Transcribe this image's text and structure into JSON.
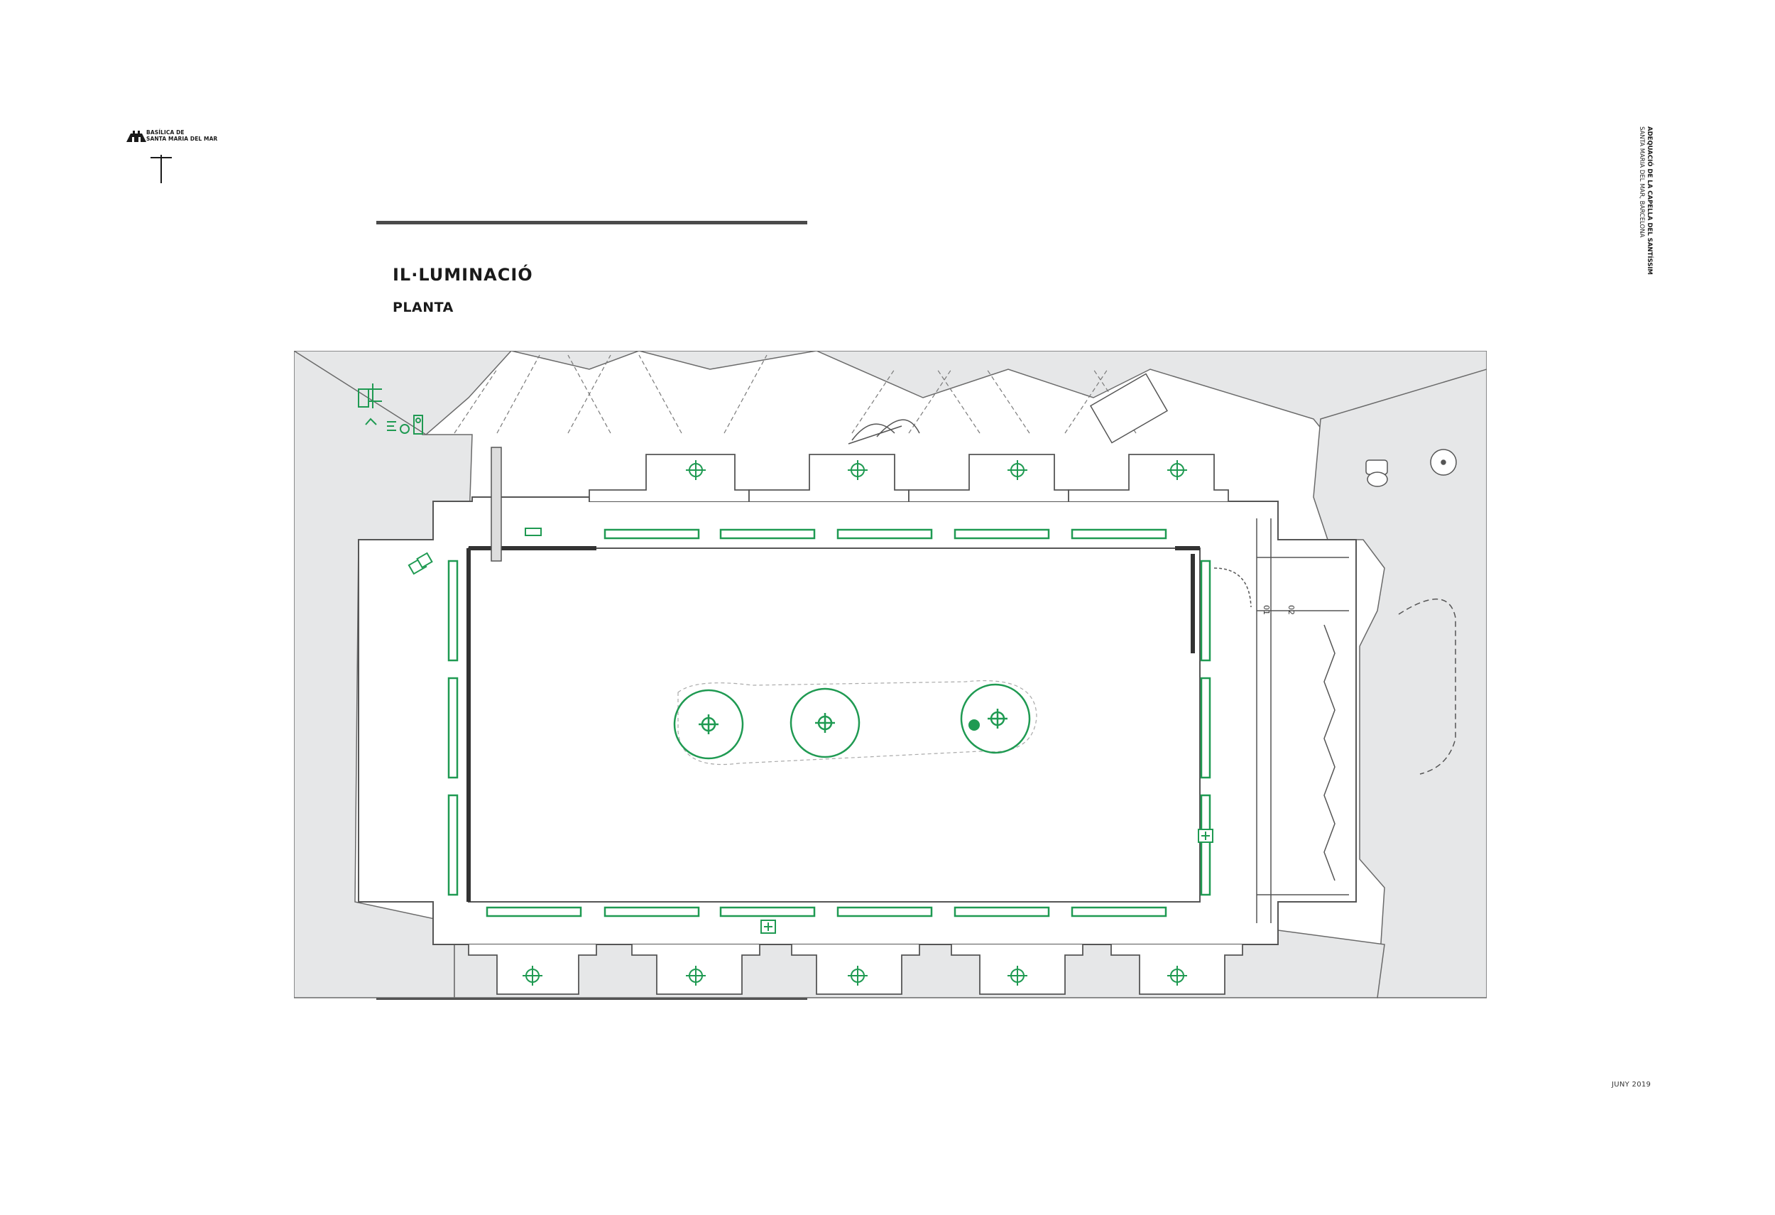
{
  "header": {
    "logo_text_line1": "BASÍLICA DE",
    "logo_text_line2": "SANTA MARIA DEL MAR",
    "title": "IL·LUMINACIÓ",
    "subtitle": "PLANTA"
  },
  "side_note": {
    "line1": "ADEQUACIÓ DE LA CAPELLA DEL SANTÍSSIM",
    "line2": "SANTA MARIA DEL MAR, BARCELONA"
  },
  "footer": {
    "date": "JUNY 2019"
  },
  "plan": {
    "door_labels": [
      "01",
      "02"
    ]
  },
  "colors": {
    "lighting": "#1f9a52",
    "wall_fill": "#e6e7e8",
    "line": "#555555",
    "rule": "#4a4a4a"
  },
  "icons": [
    "north-arrow-icon",
    "basilica-logo-icon",
    "spotlight-icon",
    "led-strip-icon",
    "emergency-exit-icon"
  ]
}
